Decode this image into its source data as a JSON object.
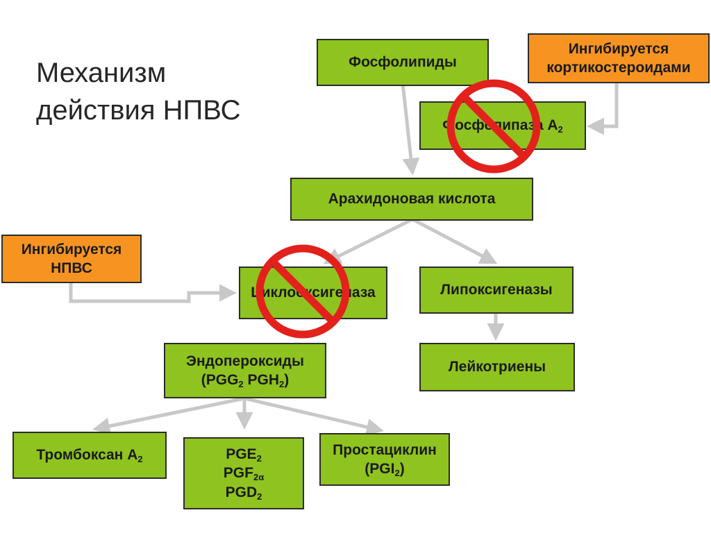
{
  "title": {
    "line1": "Механизм",
    "line2": "действия НПВС"
  },
  "nodes": {
    "phospholipids": "Фосфолипиды",
    "inhibited_cortico": {
      "line1": "Ингибируется",
      "line2": "кортикостероидами"
    },
    "phospholipase": {
      "text": "Фосфолипаза А",
      "sub": "2"
    },
    "arachidonic": "Арахидоновая кислота",
    "inhibited_nsaid": {
      "line1": "Ингибируется",
      "line2": "НПВС"
    },
    "cyclooxygenase": "Циклооксигеназа",
    "lipoxygenases": "Липоксигеназы",
    "endoperoxides": {
      "line1": "Эндопероксиды",
      "pre": "(PGG",
      "s1": "2",
      "mid": " PGH",
      "s2": "2",
      "post": ")"
    },
    "leukotrienes": "Лейкотриены",
    "thromboxane": {
      "text": "Тромбоксан А",
      "sub": "2"
    },
    "pg": {
      "pge": "PGE",
      "pge_sub": "2",
      "pgf": "PGF",
      "pgf_sub": "2α",
      "pgd": "PGD",
      "pgd_sub": "2"
    },
    "prostacyclin": {
      "line1": "Простациклин",
      "pre": "(PGI",
      "sub": "2",
      "post": ")"
    }
  },
  "colors": {
    "box_green": "#8fc31f",
    "box_orange": "#f79421",
    "arrow_gray": "#c8c8c8",
    "prohibit_red": "#e3211c"
  },
  "icons": [
    "prohibition-sign-icon",
    "prohibition-sign-icon"
  ]
}
